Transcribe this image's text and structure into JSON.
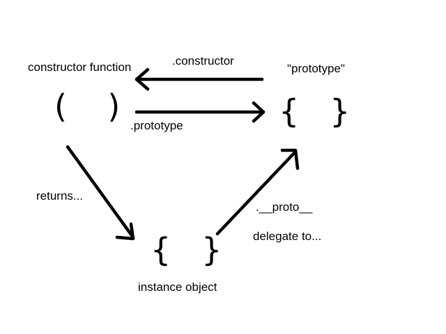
{
  "nodes": {
    "constructor": {
      "label": "constructor function",
      "symbol": "(    )"
    },
    "prototype": {
      "label": "\"prototype\"",
      "symbol": "{   }"
    },
    "instance": {
      "label": "instance object",
      "symbol": "{   }"
    }
  },
  "edges": {
    "constructor_ref": {
      "label": ".constructor"
    },
    "prototype_ref": {
      "label": ".prototype"
    },
    "returns": {
      "label": "returns..."
    },
    "proto_link": {
      "label": ".__proto__"
    },
    "delegate": {
      "label": "delegate to..."
    }
  },
  "colors": {
    "ink": "#000000",
    "background": "#ffffff"
  }
}
